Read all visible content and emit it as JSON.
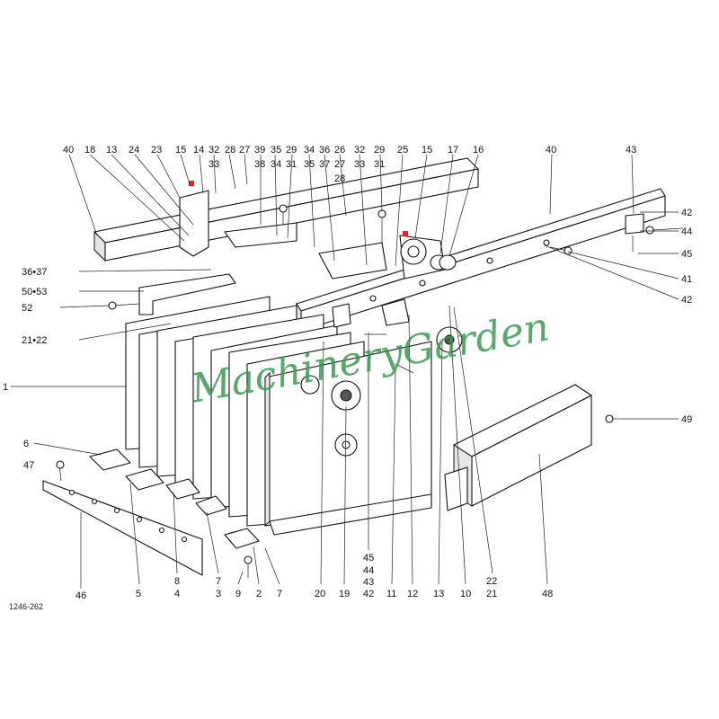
{
  "watermark": "MachineryGarden",
  "drawing_code": "1246-262",
  "colors": {
    "marker": "#e0242a",
    "watermark": "#3a9a52"
  },
  "callouts": {
    "top": [
      "40",
      "18",
      "13",
      "24",
      "23",
      "15",
      "14",
      "32",
      "33",
      "28",
      "27",
      "39",
      "38",
      "35",
      "34",
      "29",
      "31",
      "34",
      "35",
      "36",
      "37",
      "26",
      "27",
      "28",
      "32",
      "33",
      "29",
      "31",
      "25",
      "15",
      "17",
      "16",
      "40",
      "43"
    ],
    "right": [
      "42",
      "44",
      "45",
      "41",
      "42",
      "49"
    ],
    "left": [
      "36•37",
      "50•53",
      "52",
      "21•22",
      "1",
      "6",
      "47"
    ],
    "bottom": [
      "46",
      "5",
      "8",
      "4",
      "7",
      "3",
      "9",
      "2",
      "7",
      "20",
      "19",
      "45",
      "44",
      "43",
      "42",
      "11",
      "12",
      "13",
      "10",
      "22",
      "21",
      "48"
    ]
  }
}
